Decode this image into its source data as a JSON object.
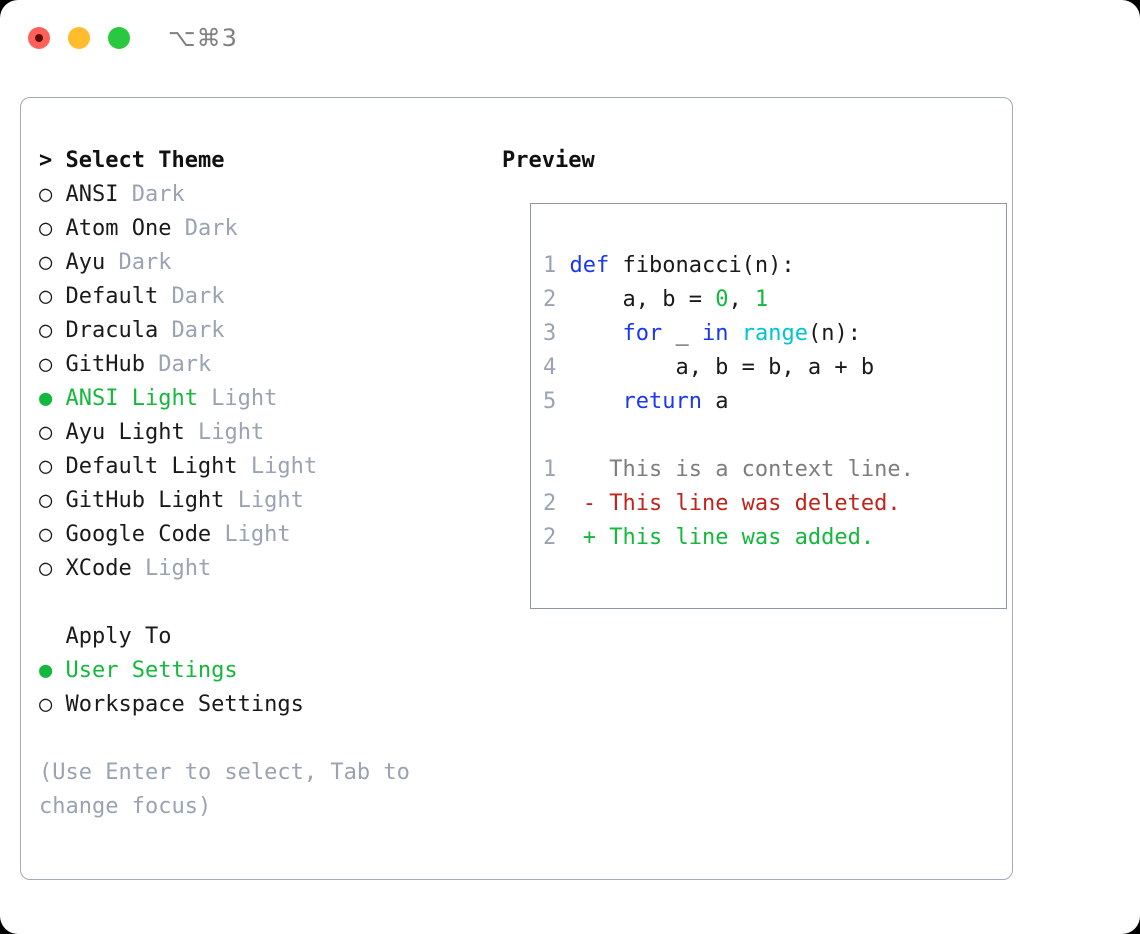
{
  "window": {
    "shortcut_label": "⌥⌘3",
    "traffic_lights": [
      "close",
      "minimize",
      "maximize"
    ]
  },
  "colors": {
    "accent_green": "#14b83c",
    "muted_gray": "#9aa3b2",
    "keyword_blue": "#1a39ef",
    "function_cyan": "#00c3d6",
    "number_green": "#14b83c",
    "diff_delete_red": "#c0241b",
    "diff_add_green": "#14b83c",
    "panel_border": "#a2abba",
    "code_border": "#8d97a7"
  },
  "theme_picker": {
    "heading_prefix": "> ",
    "heading": "Select Theme",
    "marker_selected": "●",
    "marker_unselected": "○",
    "items": [
      {
        "label": "ANSI",
        "variant": "Dark",
        "selected": false
      },
      {
        "label": "Atom One",
        "variant": "Dark",
        "selected": false
      },
      {
        "label": "Ayu",
        "variant": "Dark",
        "selected": false
      },
      {
        "label": "Default",
        "variant": "Dark",
        "selected": false
      },
      {
        "label": "Dracula",
        "variant": "Dark",
        "selected": false
      },
      {
        "label": "GitHub",
        "variant": "Dark",
        "selected": false
      },
      {
        "label": "ANSI Light",
        "variant": "Light",
        "selected": true
      },
      {
        "label": "Ayu Light",
        "variant": "Light",
        "selected": false
      },
      {
        "label": "Default Light",
        "variant": "Light",
        "selected": false
      },
      {
        "label": "GitHub Light",
        "variant": "Light",
        "selected": false
      },
      {
        "label": "Google Code",
        "variant": "Light",
        "selected": false
      },
      {
        "label": "XCode",
        "variant": "Light",
        "selected": false
      }
    ]
  },
  "apply_to": {
    "heading": "Apply To",
    "items": [
      {
        "label": "User Settings",
        "selected": true
      },
      {
        "label": "Workspace Settings",
        "selected": false
      }
    ]
  },
  "hint": "(Use Enter to select, Tab to change focus)",
  "preview": {
    "heading": "Preview",
    "code_lines": [
      {
        "no": "1",
        "tokens": [
          {
            "t": "def",
            "k": "kw"
          },
          {
            "t": " fibonacci(n):",
            "k": "plain"
          }
        ]
      },
      {
        "no": "2",
        "tokens": [
          {
            "t": "    a, b = ",
            "k": "plain"
          },
          {
            "t": "0",
            "k": "num"
          },
          {
            "t": ", ",
            "k": "plain"
          },
          {
            "t": "1",
            "k": "num"
          }
        ]
      },
      {
        "no": "3",
        "tokens": [
          {
            "t": "    ",
            "k": "plain"
          },
          {
            "t": "for",
            "k": "kw"
          },
          {
            "t": " _ ",
            "k": "plain"
          },
          {
            "t": "in",
            "k": "kw"
          },
          {
            "t": " ",
            "k": "plain"
          },
          {
            "t": "range",
            "k": "fn"
          },
          {
            "t": "(n):",
            "k": "plain"
          }
        ]
      },
      {
        "no": "4",
        "tokens": [
          {
            "t": "        a, b = b, a + b",
            "k": "plain"
          }
        ]
      },
      {
        "no": "5",
        "tokens": [
          {
            "t": "    ",
            "k": "plain"
          },
          {
            "t": "return",
            "k": "kw"
          },
          {
            "t": " a",
            "k": "plain"
          }
        ]
      }
    ],
    "diff_lines": [
      {
        "no": "1",
        "marker": " ",
        "text": "This is a context line.",
        "kind": "ctx"
      },
      {
        "no": "2",
        "marker": "-",
        "text": "This line was deleted.",
        "kind": "del"
      },
      {
        "no": "2",
        "marker": "+",
        "text": "This line was added.",
        "kind": "add"
      }
    ]
  }
}
